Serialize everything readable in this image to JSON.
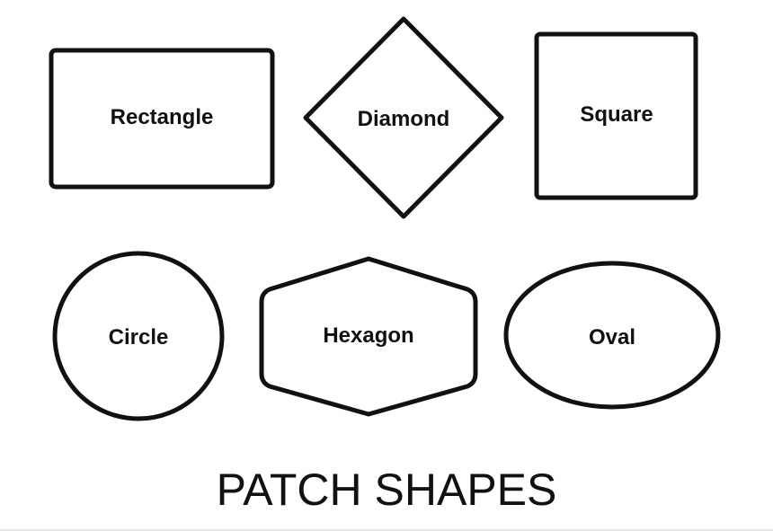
{
  "title": "PATCH SHAPES",
  "shapes": {
    "rectangle": {
      "label": "Rectangle"
    },
    "diamond": {
      "label": "Diamond"
    },
    "square": {
      "label": "Square"
    },
    "circle": {
      "label": "Circle"
    },
    "hexagon": {
      "label": "Hexagon"
    },
    "oval": {
      "label": "Oval"
    }
  },
  "colors": {
    "stroke": "#111111",
    "background": "#ffffff"
  }
}
